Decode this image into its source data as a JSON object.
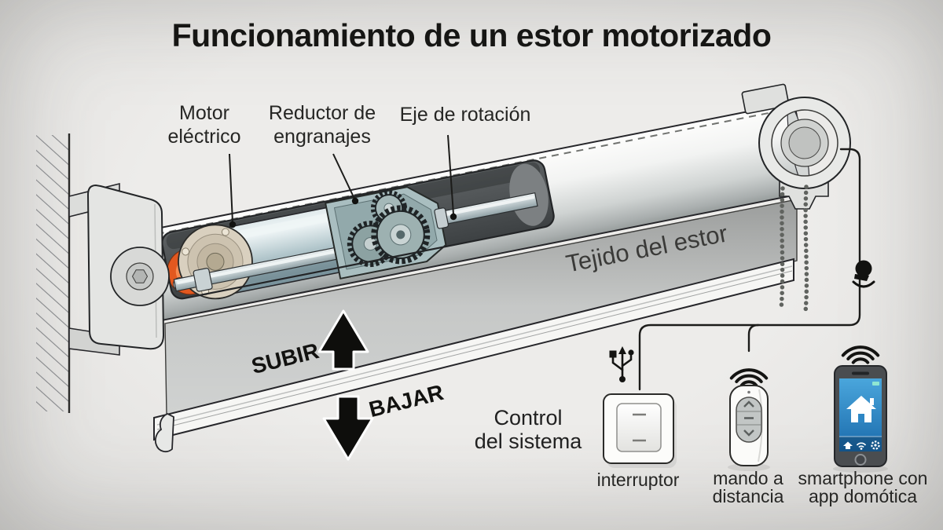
{
  "title": "Funcionamiento de un estor motorizado",
  "component_labels": {
    "motor": {
      "line1": "Motor",
      "line2": "eléctrico"
    },
    "gearbox": {
      "line1": "Reductor de",
      "line2": "engranajes"
    },
    "rotation_shaft": "Eje de rotación",
    "fabric": "Tejido del estor"
  },
  "direction_arrows": {
    "up": "SUBIR",
    "down": "BAJAR"
  },
  "control_section": {
    "heading": {
      "line1": "Control",
      "line2": "del sistema"
    },
    "devices": [
      {
        "id": "interruptor",
        "caption": [
          "interruptor"
        ]
      },
      {
        "id": "mando-a-distancia",
        "caption": [
          "mando a",
          "distancia"
        ]
      },
      {
        "id": "smartphone",
        "caption": [
          "smartphone con",
          "app domótica"
        ]
      }
    ]
  },
  "icons": {
    "usb": "usb-icon",
    "wifi": "wifi-signal-icon",
    "speaker": "speaker-icon",
    "app_home": "home-icon",
    "app_gear": "gear-icon"
  },
  "colors": {
    "background": "#e9e8e6",
    "outline": "#1d1d1b",
    "motor_body": "#b4c8cd",
    "gearbox_teal": "#a9bec0",
    "coupling_orange": "#e85b22",
    "phone_screen_blue": "#2f8fcc",
    "fabric_gray": "#c3c5c4"
  }
}
